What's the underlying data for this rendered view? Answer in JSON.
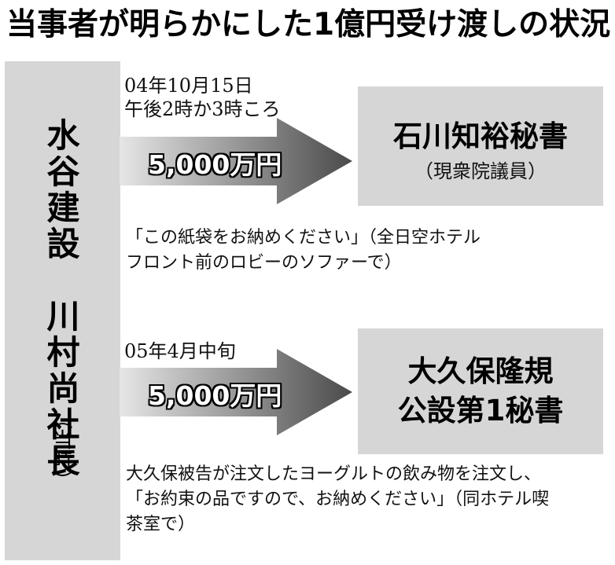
{
  "title": "当事者が明らかにした1億円受け渡しの状況",
  "giver": {
    "name": "水谷建設　川村尚社長",
    "note": "（当時）"
  },
  "transfers": [
    {
      "date_lines": [
        "04年10月15日",
        "午後2時か3時ころ"
      ],
      "amount": "5,000万円",
      "recipient_lines": [
        "石川知裕秘書"
      ],
      "recipient_sub": "（現衆院議員）",
      "description_lines": [
        "「この紙袋をお納めください」（全日空ホテル",
        "フロント前のロビーのソファーで）"
      ]
    },
    {
      "date_lines": [
        "05年4月中旬"
      ],
      "amount": "5,000万円",
      "recipient_lines": [
        "大久保隆規",
        "公設第1秘書"
      ],
      "recipient_sub": "",
      "description_lines": [
        "大久保被告が注文したヨーグルトの飲み物を注文し、",
        "「お約束の品ですので、お納めください」（同ホテル喫",
        "茶室で）"
      ]
    }
  ],
  "colors": {
    "box_fill": "#d6d6d6",
    "arrow_dark": "#4a4a4a",
    "arrow_light": "#e6e6e6"
  }
}
